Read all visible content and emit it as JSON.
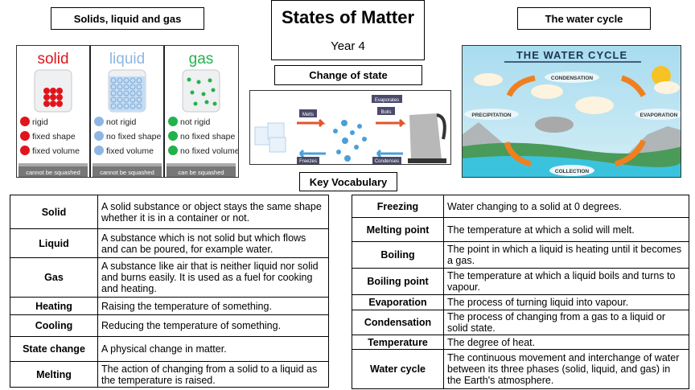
{
  "headers": {
    "solids": "Solids, liquid and gas",
    "title": "States of Matter",
    "year": "Year 4",
    "water_cycle": "The water cycle",
    "change": "Change of state",
    "vocab": "Key Vocabulary"
  },
  "solids_image": {
    "columns": [
      {
        "name": "solid",
        "color": "#e0151b",
        "props": [
          "rigid",
          "fixed shape",
          "fixed volume"
        ],
        "base": "cannot be squashed"
      },
      {
        "name": "liquid",
        "color": "#8fb6e3",
        "props": [
          "not rigid",
          "no fixed shape",
          "fixed volume"
        ],
        "base": "cannot be squashed"
      },
      {
        "name": "gas",
        "color": "#22b24c",
        "props": [
          "not rigid",
          "no fixed shape",
          "no fixed volume"
        ],
        "base": "can be squashed"
      }
    ]
  },
  "change_image": {
    "melts": "Melts",
    "freezes": "Freezes",
    "evaporates": "Evaporates",
    "boils": "Boils",
    "condenses": "Condenses"
  },
  "water_image": {
    "title": "THE WATER CYCLE",
    "condensation": "CONDENSATION",
    "precipitation": "PRECIPITATION",
    "evaporation": "EVAPORATION",
    "collection": "COLLECTION"
  },
  "left_table": [
    {
      "term": "Solid",
      "def": "A solid substance or object stays the same shape whether it is in a container or not."
    },
    {
      "term": "Liquid",
      "def": "A substance which is not solid but which flows and can be poured, for example water."
    },
    {
      "term": "Gas",
      "def": "A substance like air that is neither liquid nor solid and burns easily. It is used as a fuel for cooking and heating."
    },
    {
      "term": "Heating",
      "def": "Raising the temperature of something."
    },
    {
      "term": "Cooling",
      "def": "Reducing the temperature of something."
    },
    {
      "term": "State change",
      "def": "A physical change in matter."
    },
    {
      "term": "Melting",
      "def": "The action of changing from a solid to a liquid as the temperature is raised."
    }
  ],
  "right_table": [
    {
      "term": "Freezing",
      "def": "Water changing to a solid at 0 degrees."
    },
    {
      "term": "Melting point",
      "def": "The temperature at which a solid will melt."
    },
    {
      "term": "Boiling",
      "def": "The point in which a liquid is heating until it becomes a gas."
    },
    {
      "term": "Boiling point",
      "def": "The temperature at which a liquid boils and turns to vapour."
    },
    {
      "term": "Evaporation",
      "def": "The process of turning liquid into vapour."
    },
    {
      "term": "Condensation",
      "def": "The process of changing from a gas to a liquid or solid state."
    },
    {
      "term": "Temperature",
      "def": "The degree of heat."
    },
    {
      "term": "Water cycle",
      "def": "The continuous movement and interchange of water between its three phases (solid, liquid, and gas) in the Earth's atmosphere."
    }
  ]
}
